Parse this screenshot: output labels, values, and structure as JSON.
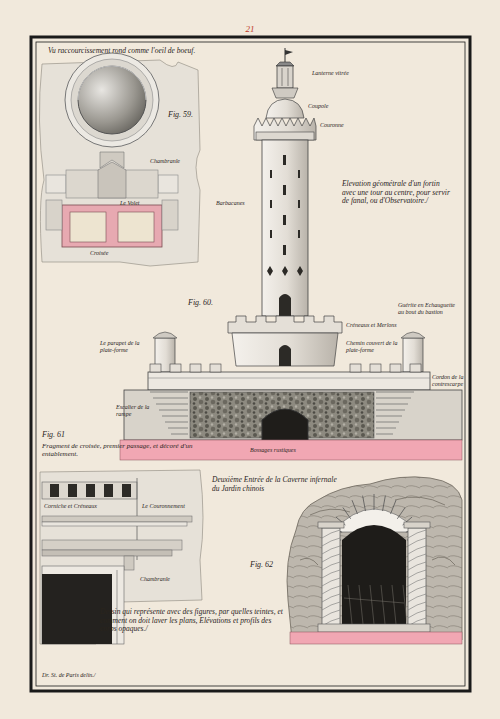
{
  "diagram": {
    "labels": [
      "21",
      "Vu raccourcissement rond comme l'oeil de boeuf.",
      "Fig. 59.",
      "Chambranle",
      "Croisée",
      "Le Volet",
      "Elevation géométrale d'un fortin avec une tour au centre, pour servir de fanal, ou d'Observatoire./",
      "Lanterne vitrée",
      "Coupole",
      "Couronne",
      "Barbacanes",
      "Fig. 60.",
      "Créneaux et Merlons",
      "Guérite en Echauguette au bout du bastion",
      "Chemin couvert de la plate-forme",
      "Le parapet de la plate-forme",
      "Cordon de la contrescarpe",
      "Escalier de la rampe",
      "Bossages rustiques",
      "Fig. 61",
      "Fragment de croisée, premier passage, et décoré d'un entablement.",
      "Corniche et Créneaux",
      "Le Couronnement",
      "Chambranle",
      "Deuxième Entrée de la Caverne infernale du Jardin chinois",
      "Fig. 62",
      "Dessin qui représente avec des figures, par quelles teintes, et comment on doit laver les plans, Elévations et profils des corps opaques./",
      "Dr. St. de Paris delin./"
    ]
  }
}
